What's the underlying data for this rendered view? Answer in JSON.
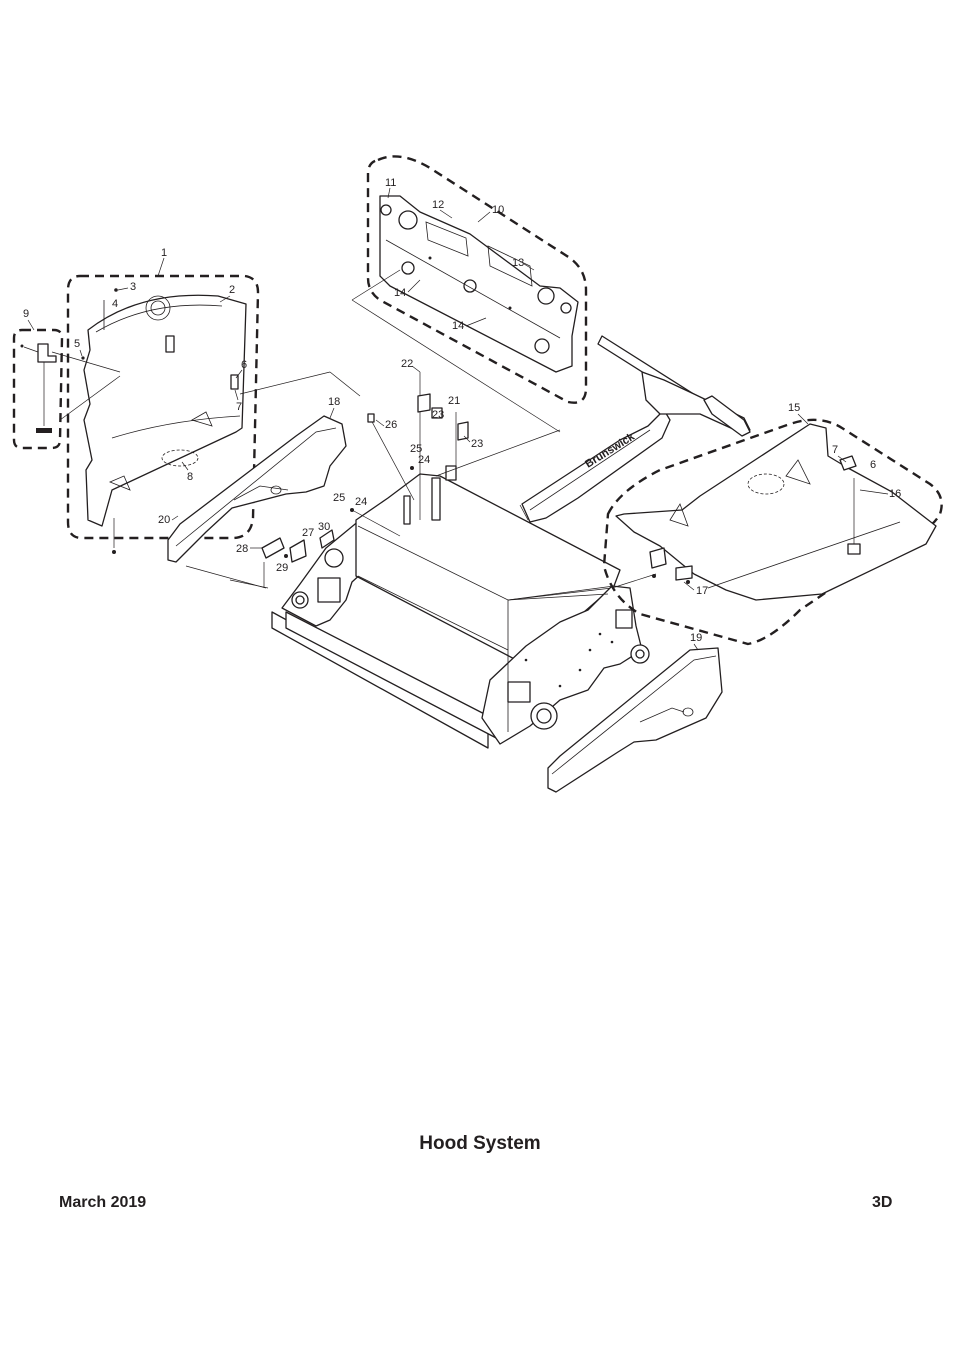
{
  "title": "Hood System",
  "footer": {
    "date": "March 2019",
    "page": "3D"
  },
  "brand_text": "Brunswick",
  "callouts": [
    "1",
    "2",
    "3",
    "4",
    "5",
    "6",
    "7",
    "8",
    "9",
    "10",
    "11",
    "12",
    "13",
    "14",
    "15",
    "16",
    "17",
    "18",
    "19",
    "20",
    "21",
    "22",
    "23",
    "24",
    "25",
    "26",
    "27",
    "28",
    "29",
    "30"
  ]
}
